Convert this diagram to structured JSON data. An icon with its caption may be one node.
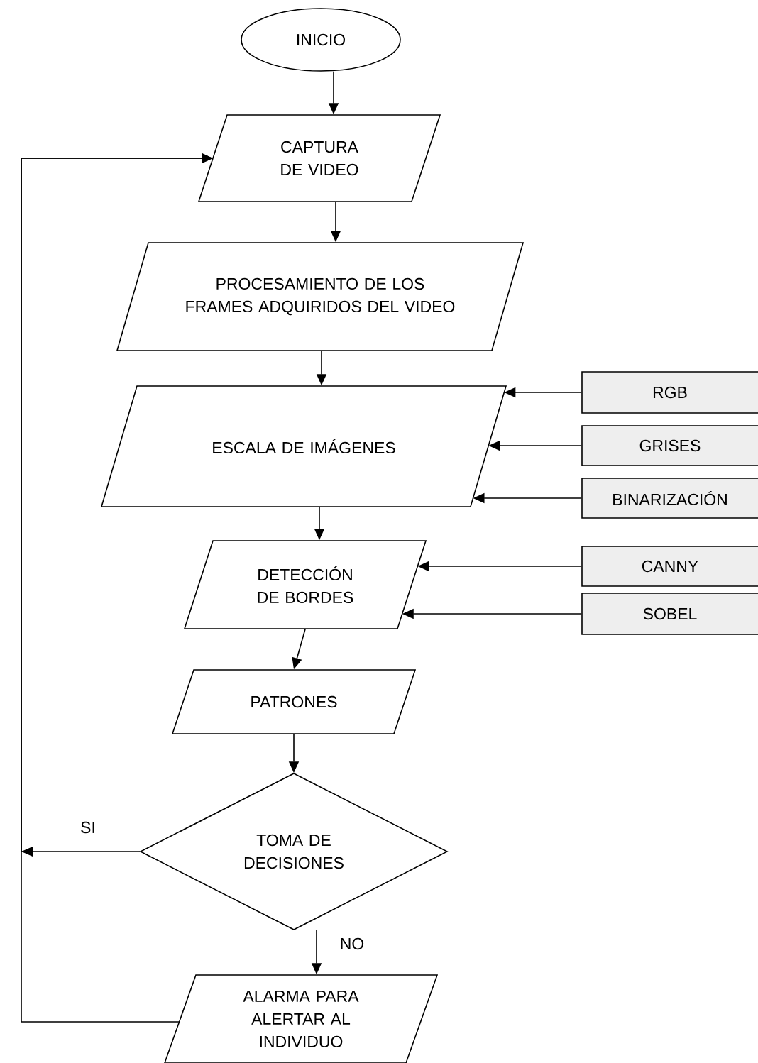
{
  "diagram": {
    "nodes": [
      {
        "text": [
          "INICIO"
        ]
      },
      {
        "text": [
          "CAPTURA DE VIDEO"
        ]
      },
      {
        "text": [
          "PROCESAMIENTO DE LOS FRAMES ADQUIRIDOS DEL VIDEO"
        ]
      },
      {
        "text": [
          "ESCALA DE IMÁGENES"
        ]
      },
      {
        "text": [
          "RGB"
        ]
      },
      {
        "text": [
          "GRISES"
        ]
      },
      {
        "text": [
          "BINARIZACIÓN"
        ]
      },
      {
        "text": [
          "DETECCIÓN DE BORDES"
        ]
      },
      {
        "text": [
          "CANNY"
        ]
      },
      {
        "text": [
          "SOBEL"
        ]
      },
      {
        "text": [
          "PATRONES"
        ]
      },
      {
        "text": [
          "TOMA DE DECISIONES"
        ]
      },
      {
        "text": [
          "ALARMA PARA ALERTAR AL INDIVIDUO"
        ]
      }
    ],
    "edges": [
      {
        "from": 0,
        "to": 1,
        "arrow": "to"
      },
      {
        "from": 1,
        "to": 2,
        "arrow": "to"
      },
      {
        "from": 2,
        "to": 3,
        "arrow": "to"
      },
      {
        "from": 4,
        "to": 3,
        "arrow": "to"
      },
      {
        "from": 5,
        "to": 3,
        "arrow": "to"
      },
      {
        "from": 6,
        "to": 3,
        "arrow": "to"
      },
      {
        "from": 3,
        "to": 7,
        "arrow": "to"
      },
      {
        "from": 8,
        "to": 7,
        "arrow": "to"
      },
      {
        "from": 9,
        "to": 7,
        "arrow": "to"
      },
      {
        "from": 7,
        "to": 10,
        "arrow": "to"
      },
      {
        "from": 10,
        "to": 11,
        "arrow": "to"
      },
      {
        "from": 11,
        "to": 1,
        "label": "SI",
        "arrow": "to"
      },
      {
        "from": 11,
        "to": 12,
        "label": "NO",
        "arrow": "to"
      },
      {
        "from": 12,
        "to": 1,
        "arrow": "to"
      }
    ]
  }
}
